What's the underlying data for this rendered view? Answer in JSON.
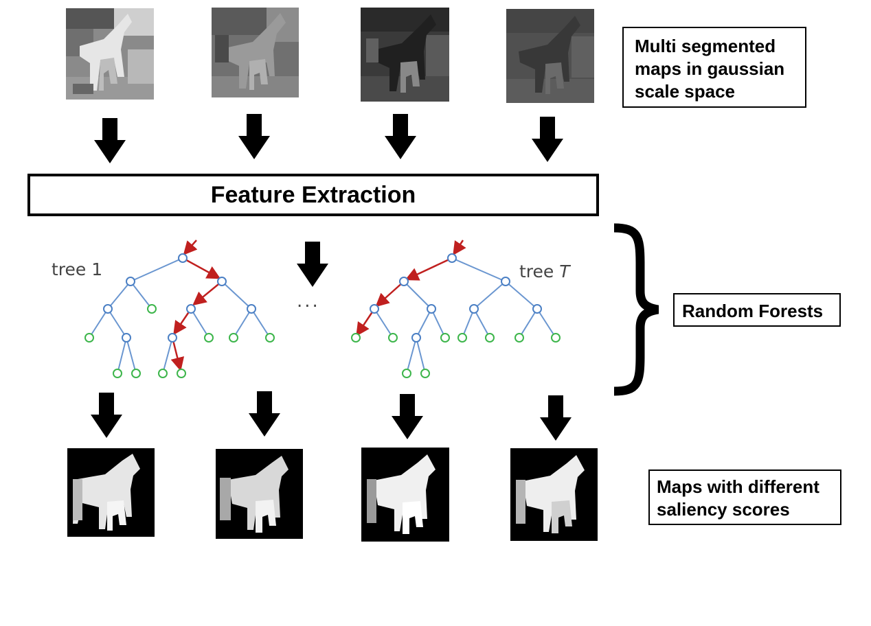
{
  "labels": {
    "multi_segmented": [
      "Multi segmented",
      "maps in gaussian",
      "scale space"
    ],
    "feature_extraction": "Feature Extraction",
    "random_forests": "Random Forests",
    "saliency_maps": [
      "Maps with different",
      "saliency scores"
    ]
  },
  "trees": {
    "first_label_prefix": "tree ",
    "first_label_var": "1",
    "last_label_prefix": "tree ",
    "last_label_var": "T",
    "ellipsis": "..."
  },
  "colors": {
    "edge": "#6a96d0",
    "node_internal": "#4a7fc4",
    "node_leaf": "#3cb54a",
    "path": "#c0201f",
    "arrow": "#000000",
    "text": "#000000"
  },
  "icons": {
    "down_arrow": "down-arrow-icon",
    "brace": "right-curly-brace-icon"
  }
}
